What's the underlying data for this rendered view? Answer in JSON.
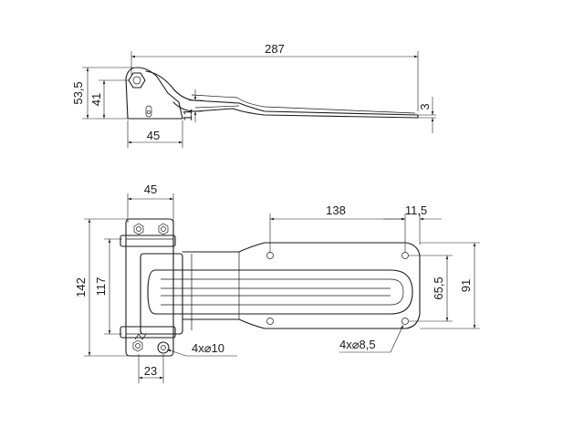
{
  "dimensions": {
    "side_length": "287",
    "side_height_total": "53,5",
    "side_height_pivot": "41",
    "side_thickness": "11",
    "side_tip_thickness": "3",
    "side_base_width": "45",
    "front_base_width": "45",
    "front_hole_offset": "138",
    "front_hole_edge": "11,5",
    "front_height_total": "142",
    "front_height_inner": "117",
    "front_leaf_height": "91",
    "front_hole_spacing": "65,5",
    "front_hole_x": "23",
    "base_holes": "4x⌀10",
    "leaf_holes": "4x⌀8,5"
  }
}
